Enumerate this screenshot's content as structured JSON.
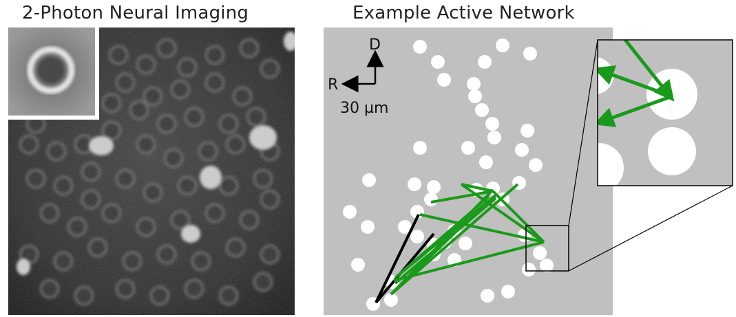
{
  "panels": {
    "left": {
      "title": "2-Photon Neural Imaging"
    },
    "right": {
      "title": "Example Active Network"
    }
  },
  "orientation": {
    "dorsal": "D",
    "right": "R"
  },
  "scale_bar": {
    "label": "30 µm"
  },
  "colors": {
    "background_gray": "#c0c0c0",
    "cell_fill": "#ffffff",
    "network_green": "#1a9a1a",
    "network_black": "#000000"
  }
}
